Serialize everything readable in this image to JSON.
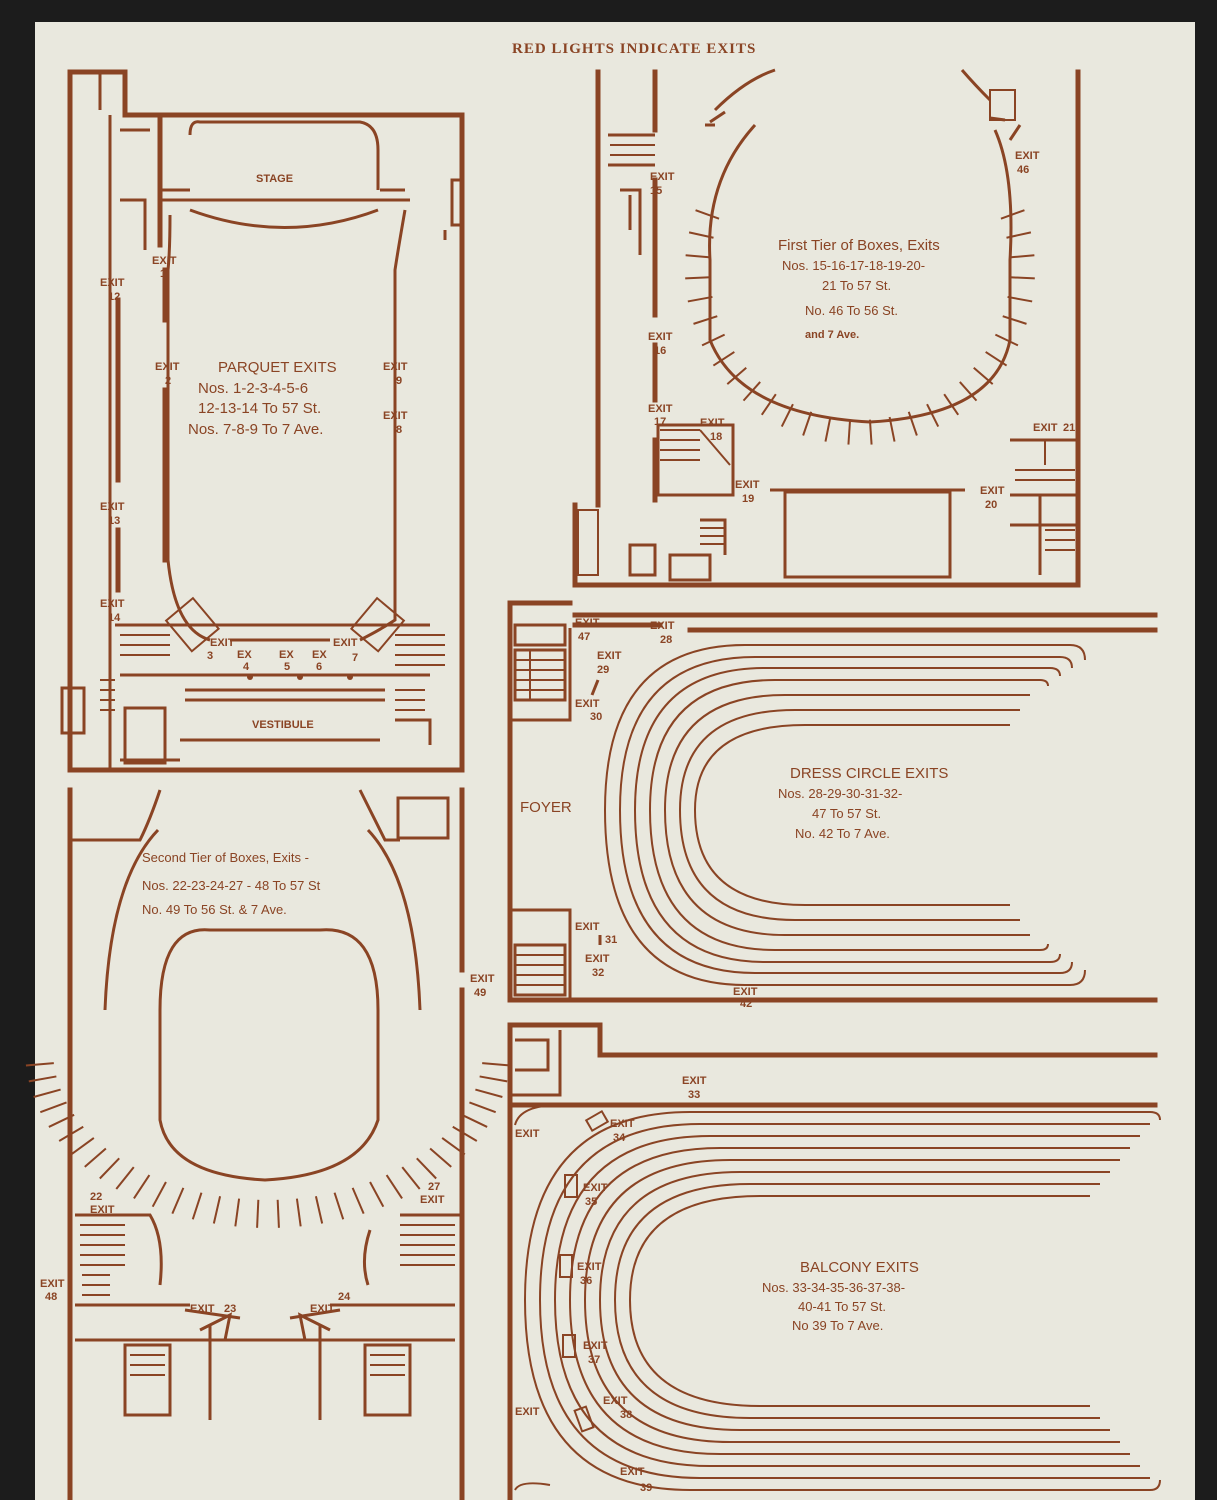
{
  "header": "RED LIGHTS INDICATE EXITS",
  "parquet": {
    "stage": "STAGE",
    "title": "PARQUET EXITS",
    "line1": "Nos. 1-2-3-4-5-6",
    "line2": "12-13-14 To 57 St.",
    "line3": "Nos. 7-8-9 To 7 Ave.",
    "vestibule": "VESTIBULE",
    "exit1": "1",
    "exit2": "2",
    "exit3": "3",
    "exit4": "4",
    "exit5": "5",
    "exit6": "6",
    "exit7": "7",
    "exit8": "8",
    "exit9": "9",
    "exit12": "12",
    "exit13": "13",
    "exit14": "14"
  },
  "first_tier": {
    "line1": "First Tier of Boxes, Exits",
    "line2": "Nos. 15-16-17-18-19-20-",
    "line3": "21 To 57 St.",
    "line4": "No. 46 To 56 St.",
    "line5": "and 7 Ave.",
    "exit15": "15",
    "exit16": "16",
    "exit17": "17",
    "exit18": "18",
    "exit19": "19",
    "exit20": "20",
    "exit21": "21",
    "exit46": "46"
  },
  "dress_circle": {
    "foyer": "FOYER",
    "title": "DRESS CIRCLE EXITS",
    "line1": "Nos. 28-29-30-31-32-",
    "line2": "47 To 57 St.",
    "line3": "No. 42 To 7 Ave.",
    "exit28": "28",
    "exit29": "29",
    "exit30": "30",
    "exit31": "31",
    "exit32": "32",
    "exit42": "42",
    "exit47": "47"
  },
  "second_tier": {
    "line1": "Second Tier of Boxes, Exits -",
    "line2": "Nos. 22-23-24-27 - 48 To 57 St",
    "line3": "No. 49 To 56 St. & 7 Ave.",
    "exit22": "22",
    "exit23": "23",
    "exit24": "24",
    "exit27": "27",
    "exit48": "48",
    "exit49": "49"
  },
  "balcony": {
    "title": "BALCONY EXITS",
    "line1": "Nos. 33-34-35-36-37-38-",
    "line2": "40-41 To 57 St.",
    "line3": "No 39 To 7 Ave.",
    "exit33": "33",
    "exit34": "34",
    "exit35": "35",
    "exit36": "36",
    "exit37": "37",
    "exit38": "38",
    "exit39": "39"
  },
  "exit_word": "EXIT",
  "ex_word": "EX"
}
